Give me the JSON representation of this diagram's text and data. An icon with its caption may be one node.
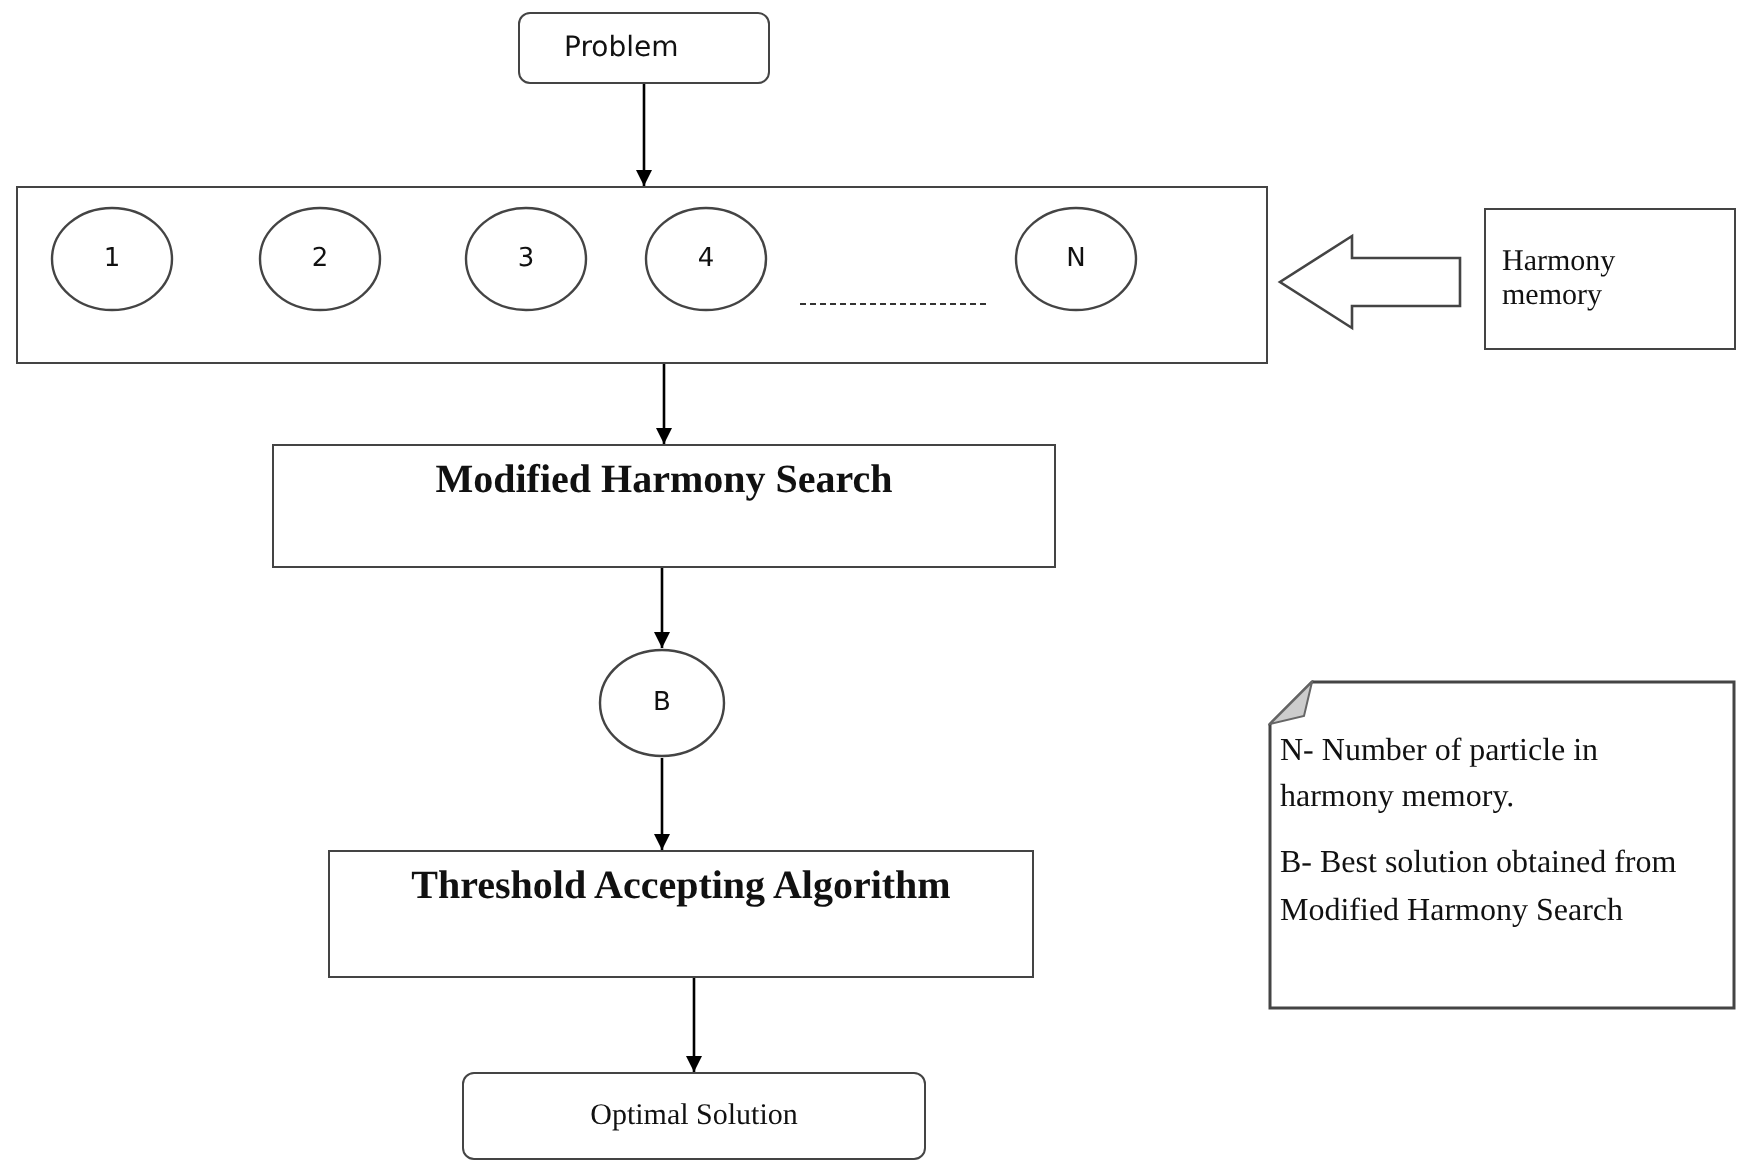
{
  "diagram": {
    "nodes": [
      {
        "text": [
          "Problem"
        ]
      },
      {
        "text": [],
        "shape": "box"
      },
      {
        "text": [
          "1"
        ],
        "in": 1
      },
      {
        "text": [
          "2"
        ],
        "in": 1
      },
      {
        "text": [
          "3"
        ],
        "in": 1
      },
      {
        "text": [
          "4"
        ],
        "in": 1
      },
      {
        "text": [
          "N"
        ],
        "in": 1
      },
      {
        "text": [
          "Harmony memory"
        ]
      },
      {
        "text": [
          "Modified Harmony Search"
        ]
      },
      {
        "text": [
          "B"
        ]
      },
      {
        "text": [
          "Threshold Accepting Algorithm"
        ]
      },
      {
        "text": [
          "Optimal Solution"
        ]
      },
      {
        "text": [
          "N- Number of particle in harmony memory.",
          "B- Best solution obtained from Modified Harmony Search"
        ]
      }
    ],
    "edges": [
      {
        "from": 0,
        "to": 1,
        "arrow": "to"
      },
      {
        "from": 7,
        "to": 1,
        "arrow": "to",
        "style": "thick"
      },
      {
        "from": 1,
        "to": 8,
        "arrow": "to"
      },
      {
        "from": 8,
        "to": 9,
        "arrow": "to"
      },
      {
        "from": 9,
        "to": 10,
        "arrow": "to"
      },
      {
        "from": 10,
        "to": 11,
        "arrow": "to"
      }
    ]
  }
}
